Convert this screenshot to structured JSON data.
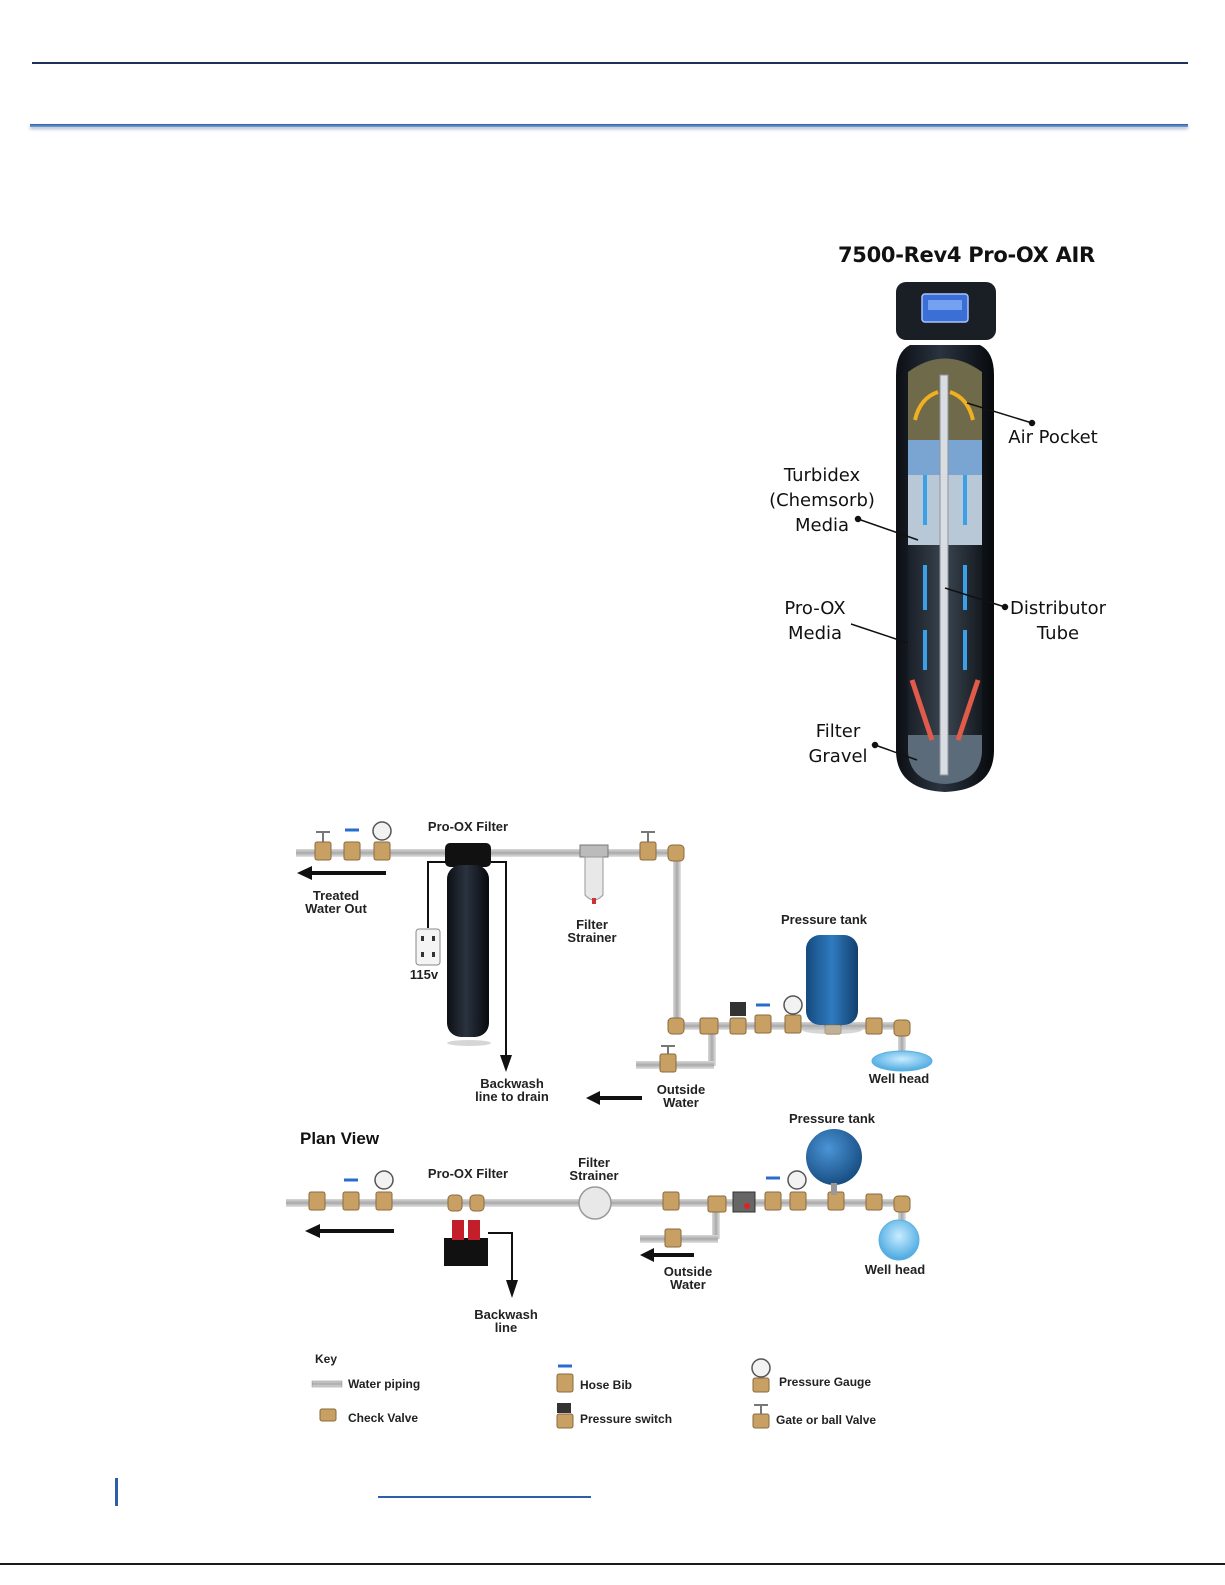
{
  "unit": {
    "title": "7500-Rev4 Pro-OX AIR",
    "labels": {
      "air_pocket": "Air Pocket",
      "turbidex_1": "Turbidex",
      "turbidex_2": "(Chemsorb)",
      "turbidex_3": "Media",
      "prox_1": "Pro-OX",
      "prox_2": "Media",
      "distributor_1": "Distributor",
      "distributor_2": "Tube",
      "gravel_1": "Filter",
      "gravel_2": "Gravel"
    }
  },
  "side_view": {
    "pro_ox_filter": "Pro-OX Filter",
    "treated_1": "Treated",
    "treated_2": "Water Out",
    "strainer_1": "Filter",
    "strainer_2": "Strainer",
    "outlet": "115v",
    "pressure_tank": "Pressure tank",
    "backwash_1": "Backwash",
    "backwash_2": "line to drain",
    "outside_1": "Outside",
    "outside_2": "Water",
    "well_head": "Well head"
  },
  "plan_view": {
    "title": "Plan View",
    "pro_ox_filter": "Pro-OX Filter",
    "strainer_1": "Filter",
    "strainer_2": "Strainer",
    "pressure_tank": "Pressure tank",
    "backwash_1": "Backwash",
    "backwash_2": "line",
    "outside_1": "Outside",
    "outside_2": "Water",
    "well_head": "Well head"
  },
  "key": {
    "title": "Key",
    "water_piping": "Water piping",
    "check_valve": "Check Valve",
    "hose_bib": "Hose Bib",
    "pressure_switch": "Pressure switch",
    "pressure_gauge": "Pressure Gauge",
    "gate_valve": "Gate or ball Valve"
  },
  "colors": {
    "rule_dark": "#1f2f57",
    "rule_blue": "#2d5fa8",
    "pipe": "#b5b5b5",
    "brass": "#c8a064",
    "tank_blue": "#1f5f9c",
    "filter_tank": "#1c2530"
  }
}
